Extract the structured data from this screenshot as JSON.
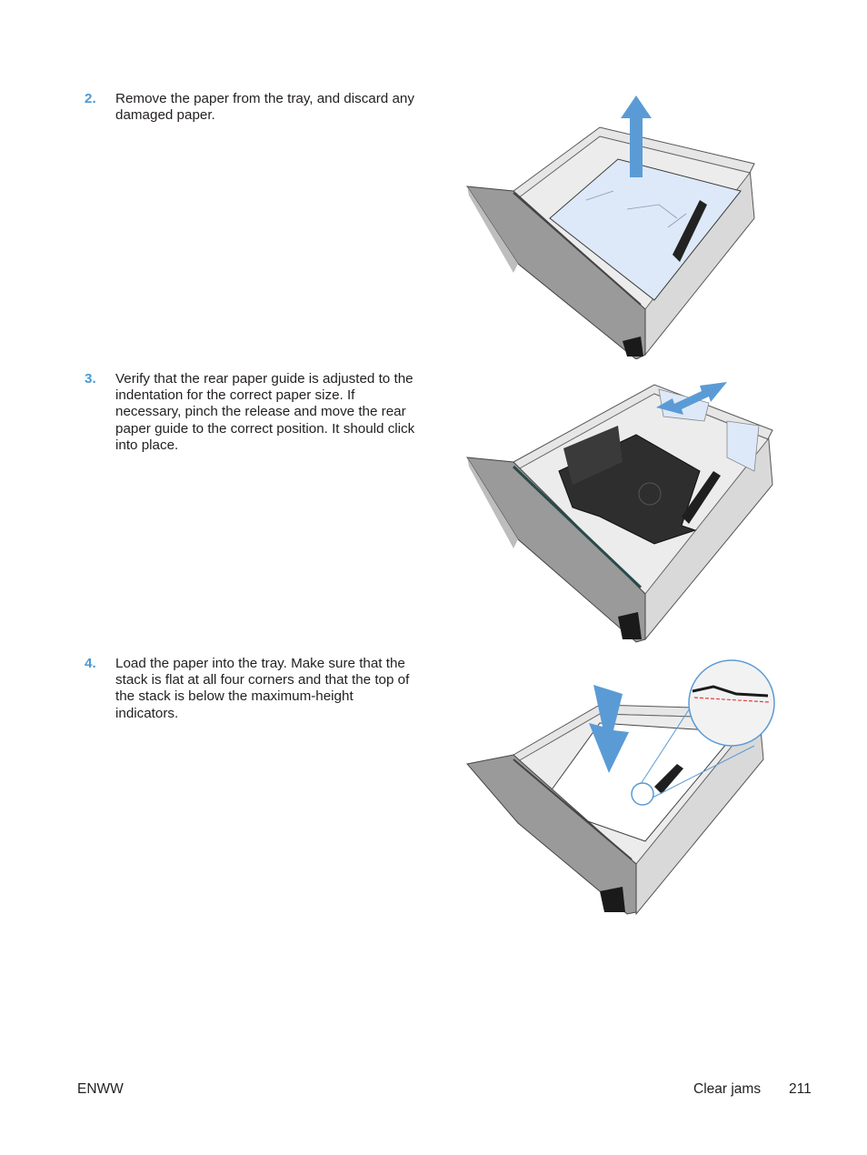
{
  "steps": [
    {
      "number": "2.",
      "text": "Remove the paper from the tray, and discard any damaged paper."
    },
    {
      "number": "3.",
      "text": "Verify that the rear paper guide is adjusted to the indentation for the correct paper size. If necessary, pinch the release and move the rear paper guide to the correct position. It should click into place."
    },
    {
      "number": "4.",
      "text": "Load the paper into the tray. Make sure that the stack is flat at all four corners and that the top of the stack is below the maximum-height indicators."
    }
  ],
  "figures": [
    {
      "name": "remove-paper-illustration",
      "arrow": "up"
    },
    {
      "name": "adjust-rear-guide-illustration",
      "arrow": "bidirectional"
    },
    {
      "name": "load-paper-illustration",
      "arrow": "down",
      "callout": "max-height-indicator"
    }
  ],
  "colors": {
    "accent": "#4a9ad4",
    "arrow": "#5b9bd5",
    "paper_blue": "#dde9f8"
  },
  "footer": {
    "left": "ENWW",
    "section": "Clear jams",
    "page": "211"
  }
}
